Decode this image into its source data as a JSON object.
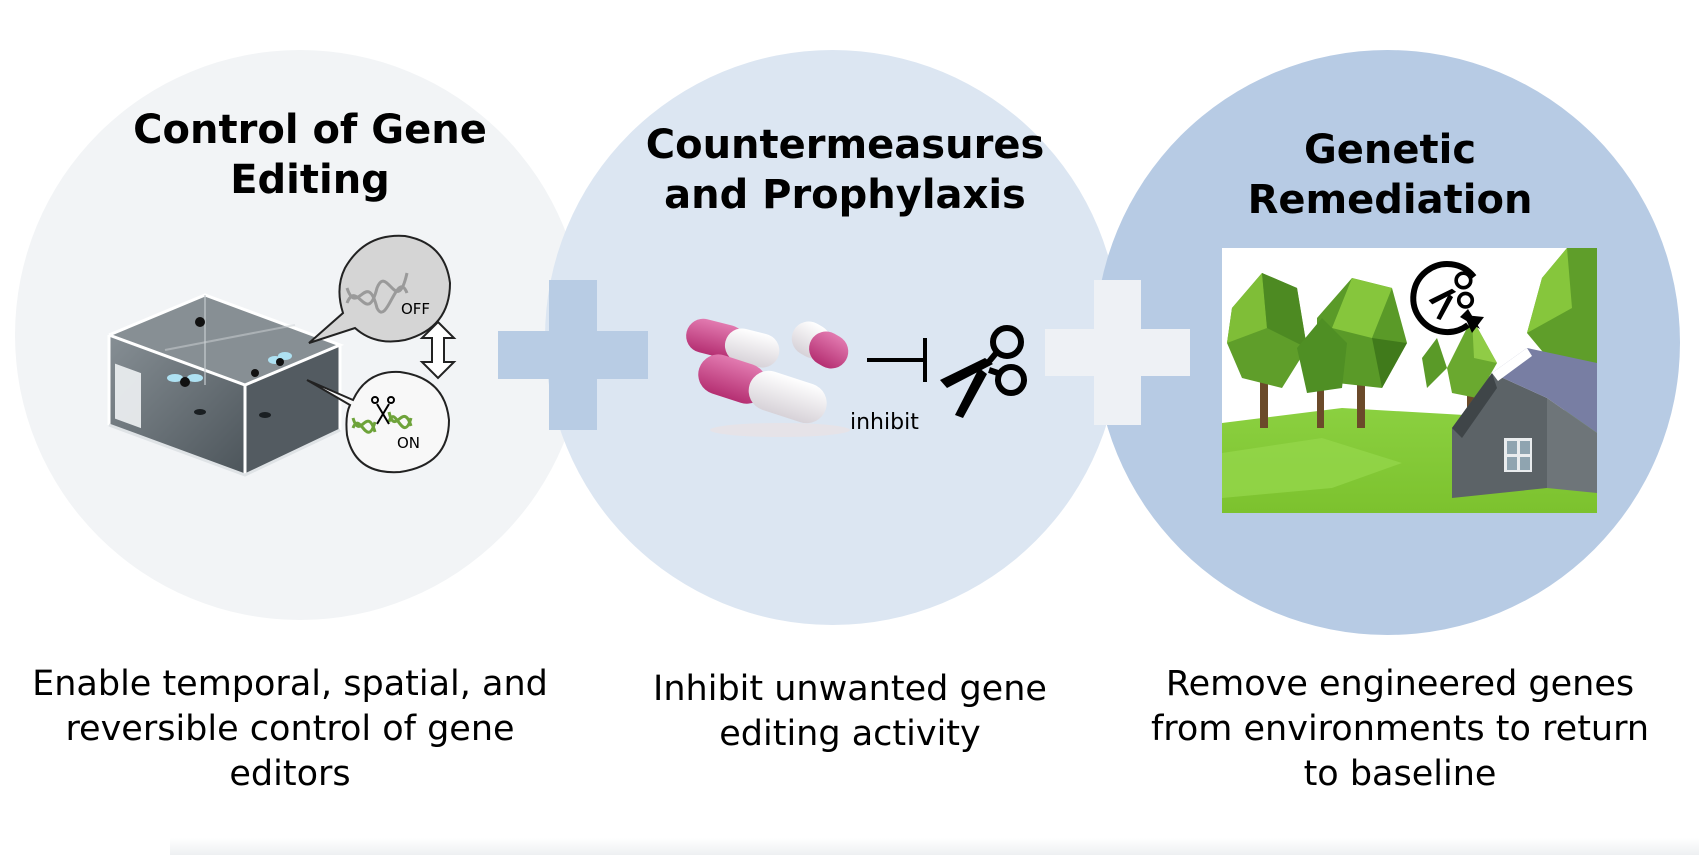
{
  "sections": [
    {
      "title": "Control of Gene\nEditing",
      "caption": "Enable temporal, spatial, and reversible control of gene editors",
      "off_label": "OFF",
      "on_label": "ON"
    },
    {
      "title": "Countermeasures\nand Prophylaxis",
      "caption": "Inhibit unwanted gene editing activity",
      "inhibit_label": "inhibit"
    },
    {
      "title": "Genetic\nRemediation",
      "caption": "Remove engineered genes from environments to return to baseline"
    }
  ],
  "colors": {
    "circle_1": "#f2f4f6",
    "circle_2": "#dce6f2",
    "circle_3": "#b7cbe4",
    "capsule_pink": "#c8377f",
    "dna_off": "#9a9a9a",
    "dna_on": "#6ea33a"
  },
  "icons": [
    "fly-cage-icon",
    "dna-off-icon",
    "dna-on-icon",
    "scissors-icon",
    "capsule-icon",
    "inhibit-icon",
    "landscape-icon",
    "cut-cycle-icon",
    "plus-icon"
  ]
}
